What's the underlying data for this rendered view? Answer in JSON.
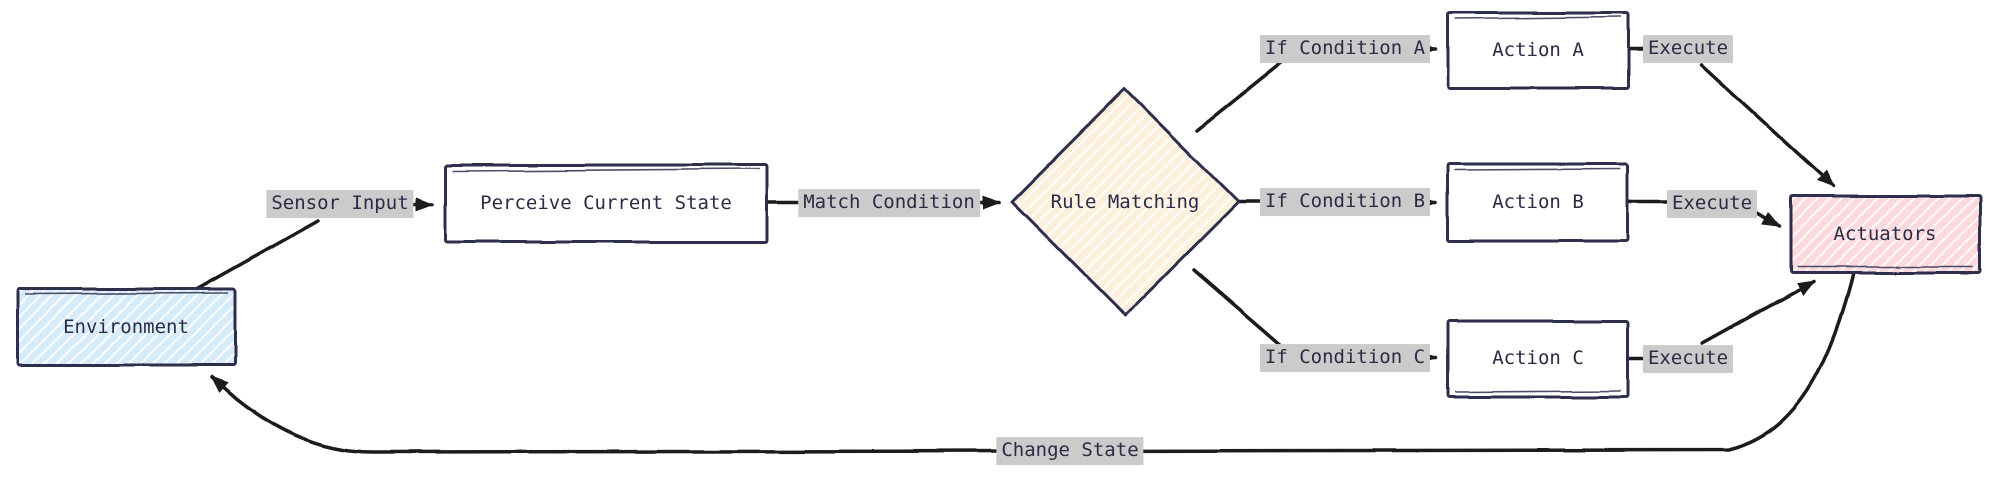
{
  "diagram": {
    "type": "flowchart",
    "style": "hand-drawn",
    "background": "#ffffff",
    "colors": {
      "node_border": "#2f2f4e",
      "node_text": "#2b2b45",
      "edge_line": "#1b1b1b",
      "edge_label_bg": "#cbcbcb",
      "environment_fill": "#d7ecfa",
      "decision_fill": "#fcf0dc",
      "actuators_fill": "#fbd9dd",
      "action_fill": "#ffffff"
    },
    "nodes": {
      "environment": {
        "label": "Environment",
        "shape": "rect",
        "fill": "environment_fill"
      },
      "perceive": {
        "label": "Perceive Current State",
        "shape": "rect",
        "fill": "action_fill"
      },
      "rule_matching": {
        "label": "Rule Matching",
        "shape": "diamond",
        "fill": "decision_fill"
      },
      "action_a": {
        "label": "Action A",
        "shape": "rect",
        "fill": "action_fill"
      },
      "action_b": {
        "label": "Action B",
        "shape": "rect",
        "fill": "action_fill"
      },
      "action_c": {
        "label": "Action C",
        "shape": "rect",
        "fill": "action_fill"
      },
      "actuators": {
        "label": "Actuators",
        "shape": "rect",
        "fill": "actuators_fill"
      }
    },
    "edges": [
      {
        "from": "environment",
        "to": "perceive",
        "label": "Sensor Input"
      },
      {
        "from": "perceive",
        "to": "rule_matching",
        "label": "Match Condition"
      },
      {
        "from": "rule_matching",
        "to": "action_a",
        "label": "If Condition A"
      },
      {
        "from": "rule_matching",
        "to": "action_b",
        "label": "If Condition B"
      },
      {
        "from": "rule_matching",
        "to": "action_c",
        "label": "If Condition C"
      },
      {
        "from": "action_a",
        "to": "actuators",
        "label": "Execute"
      },
      {
        "from": "action_b",
        "to": "actuators",
        "label": "Execute"
      },
      {
        "from": "action_c",
        "to": "actuators",
        "label": "Execute"
      },
      {
        "from": "actuators",
        "to": "environment",
        "label": "Change State"
      }
    ]
  }
}
